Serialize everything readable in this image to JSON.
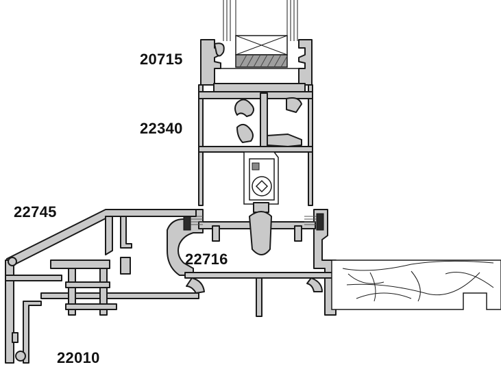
{
  "labels": {
    "sash_profile": "20715",
    "transom_profile": "22340",
    "sill_adaptor_profile": "22745",
    "frame_profile": "22716",
    "base_profile": "22010"
  }
}
